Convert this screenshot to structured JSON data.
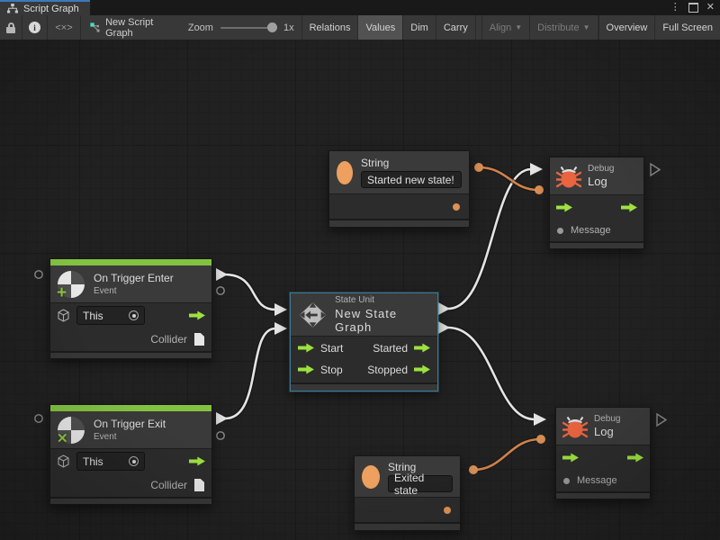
{
  "window": {
    "tab_title": "Script Graph",
    "controls": {
      "menu_glyph": "⋮",
      "close_glyph": "✕"
    }
  },
  "toolbar": {
    "info_glyph": "i",
    "collapse_glyph": "<×>",
    "graph_name": "New Script Graph",
    "zoom_label": "Zoom",
    "zoom_value": "1x",
    "caret": "▼",
    "buttons": [
      {
        "label": "Relations",
        "state": "normal"
      },
      {
        "label": "Values",
        "state": "active"
      },
      {
        "label": "Dim",
        "state": "normal"
      },
      {
        "label": "Carry",
        "state": "normal"
      },
      {
        "label": "Align",
        "state": "disabled"
      },
      {
        "label": "Distribute",
        "state": "disabled"
      },
      {
        "label": "Overview",
        "state": "normal"
      },
      {
        "label": "Full Screen",
        "state": "normal"
      }
    ]
  },
  "graph": {
    "string_top": {
      "title": "String",
      "value": "Started new state!"
    },
    "debug_top": {
      "kind": "Debug",
      "title": "Log",
      "message_label": "Message"
    },
    "trigger_enter": {
      "title": "On Trigger Enter",
      "subtitle": "Event",
      "target_value": "This",
      "collider_label": "Collider"
    },
    "state_unit": {
      "kind": "State Unit",
      "title": "New State Graph",
      "start": "Start",
      "stop": "Stop",
      "started": "Started",
      "stopped": "Stopped"
    },
    "trigger_exit": {
      "title": "On Trigger Exit",
      "subtitle": "Event",
      "target_value": "This",
      "collider_label": "Collider"
    },
    "string_bottom": {
      "title": "String",
      "value": "Exited state"
    },
    "debug_bottom": {
      "kind": "Debug",
      "title": "Log",
      "message_label": "Message"
    },
    "icons": {
      "plus_glyph": "+",
      "x_glyph": "✕"
    }
  },
  "colors": {
    "flow_green": "#9CE23F",
    "value_orange": "#EDA05F",
    "wire_orange": "#D0824A",
    "event_bar_green": "#83C241",
    "bug_orange": "#E9643F",
    "selection_blue": "#3D7A94",
    "tab_accent_blue": "#3A79BB"
  }
}
